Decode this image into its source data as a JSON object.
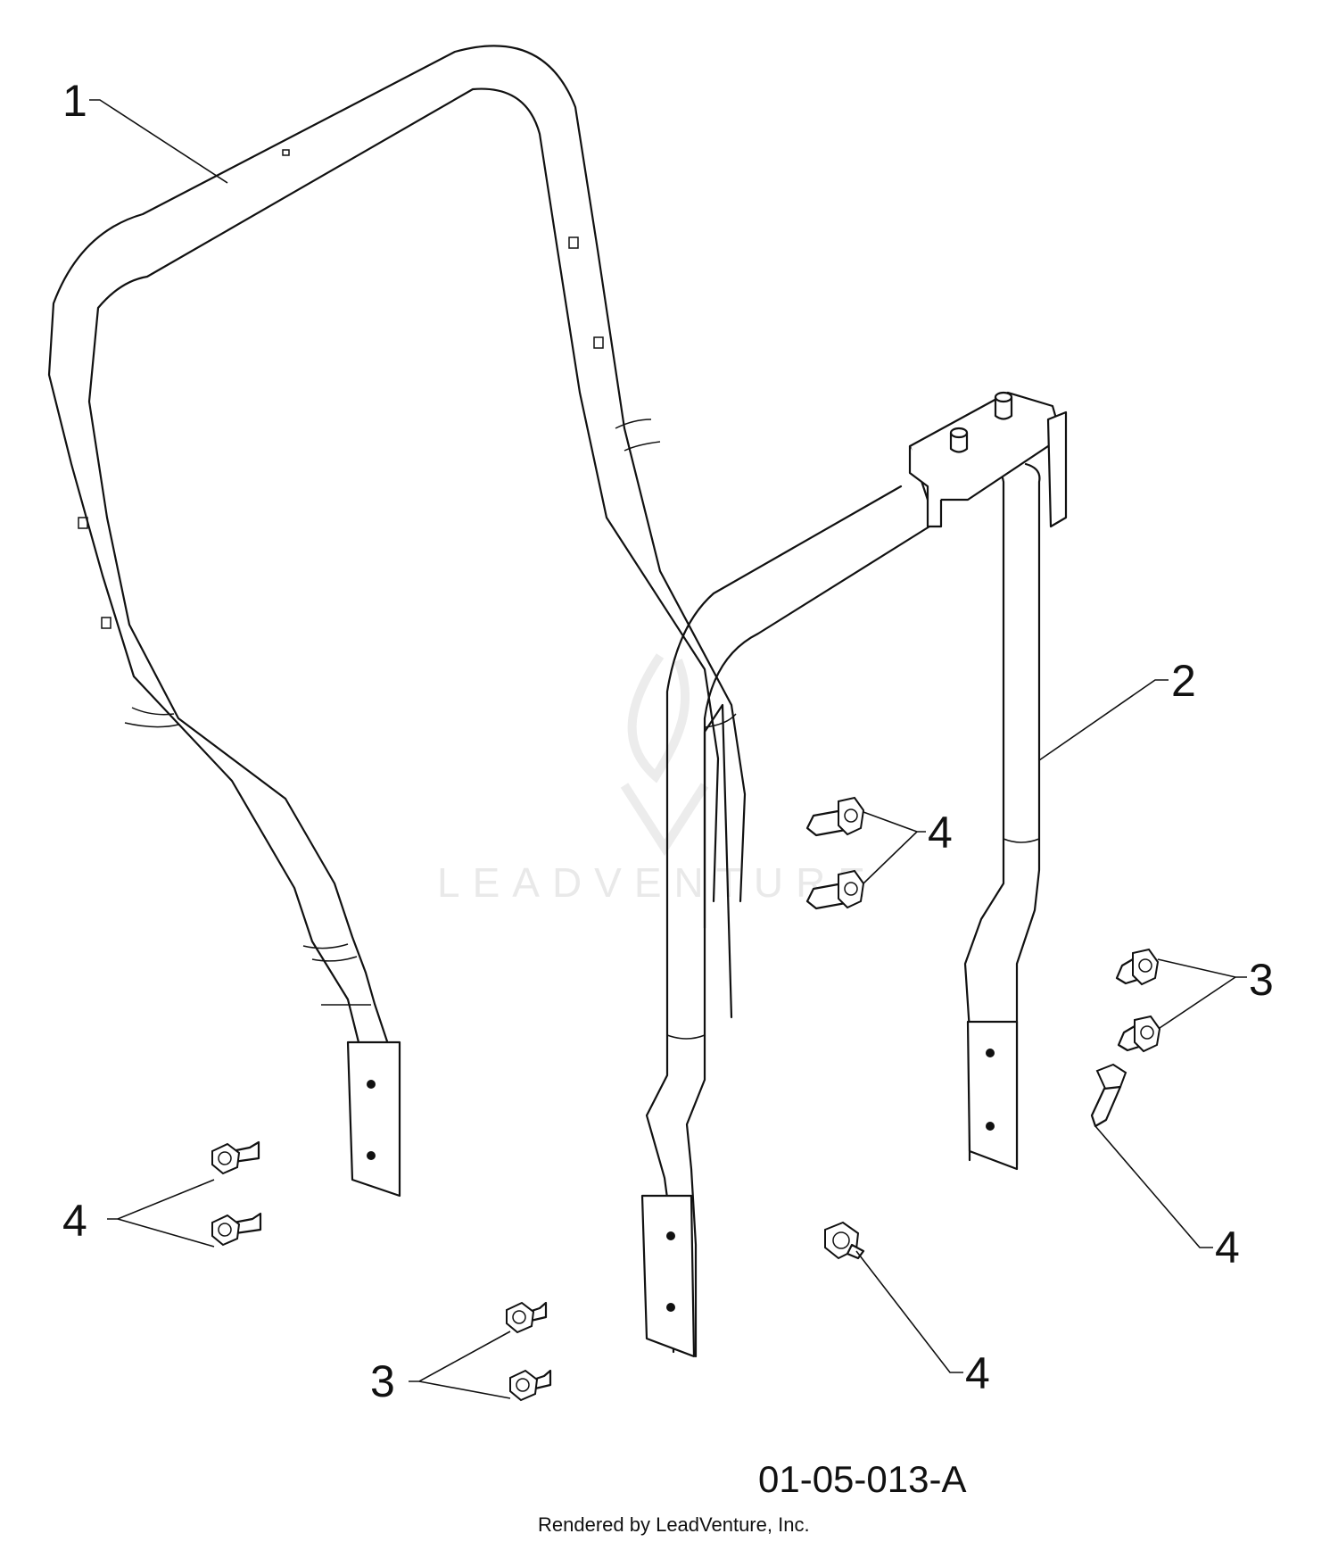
{
  "diagram": {
    "callouts": {
      "c1": "1",
      "c2": "2",
      "c3_right": "3",
      "c3_bottom": "3",
      "c4_center": "4",
      "c4_left": "4",
      "c4_right": "4",
      "c4_bottom": "4"
    },
    "drawing_code": "01-05-013-A",
    "credit": "Rendered by LeadVenture, Inc.",
    "watermark": "LEADVENTURE"
  }
}
